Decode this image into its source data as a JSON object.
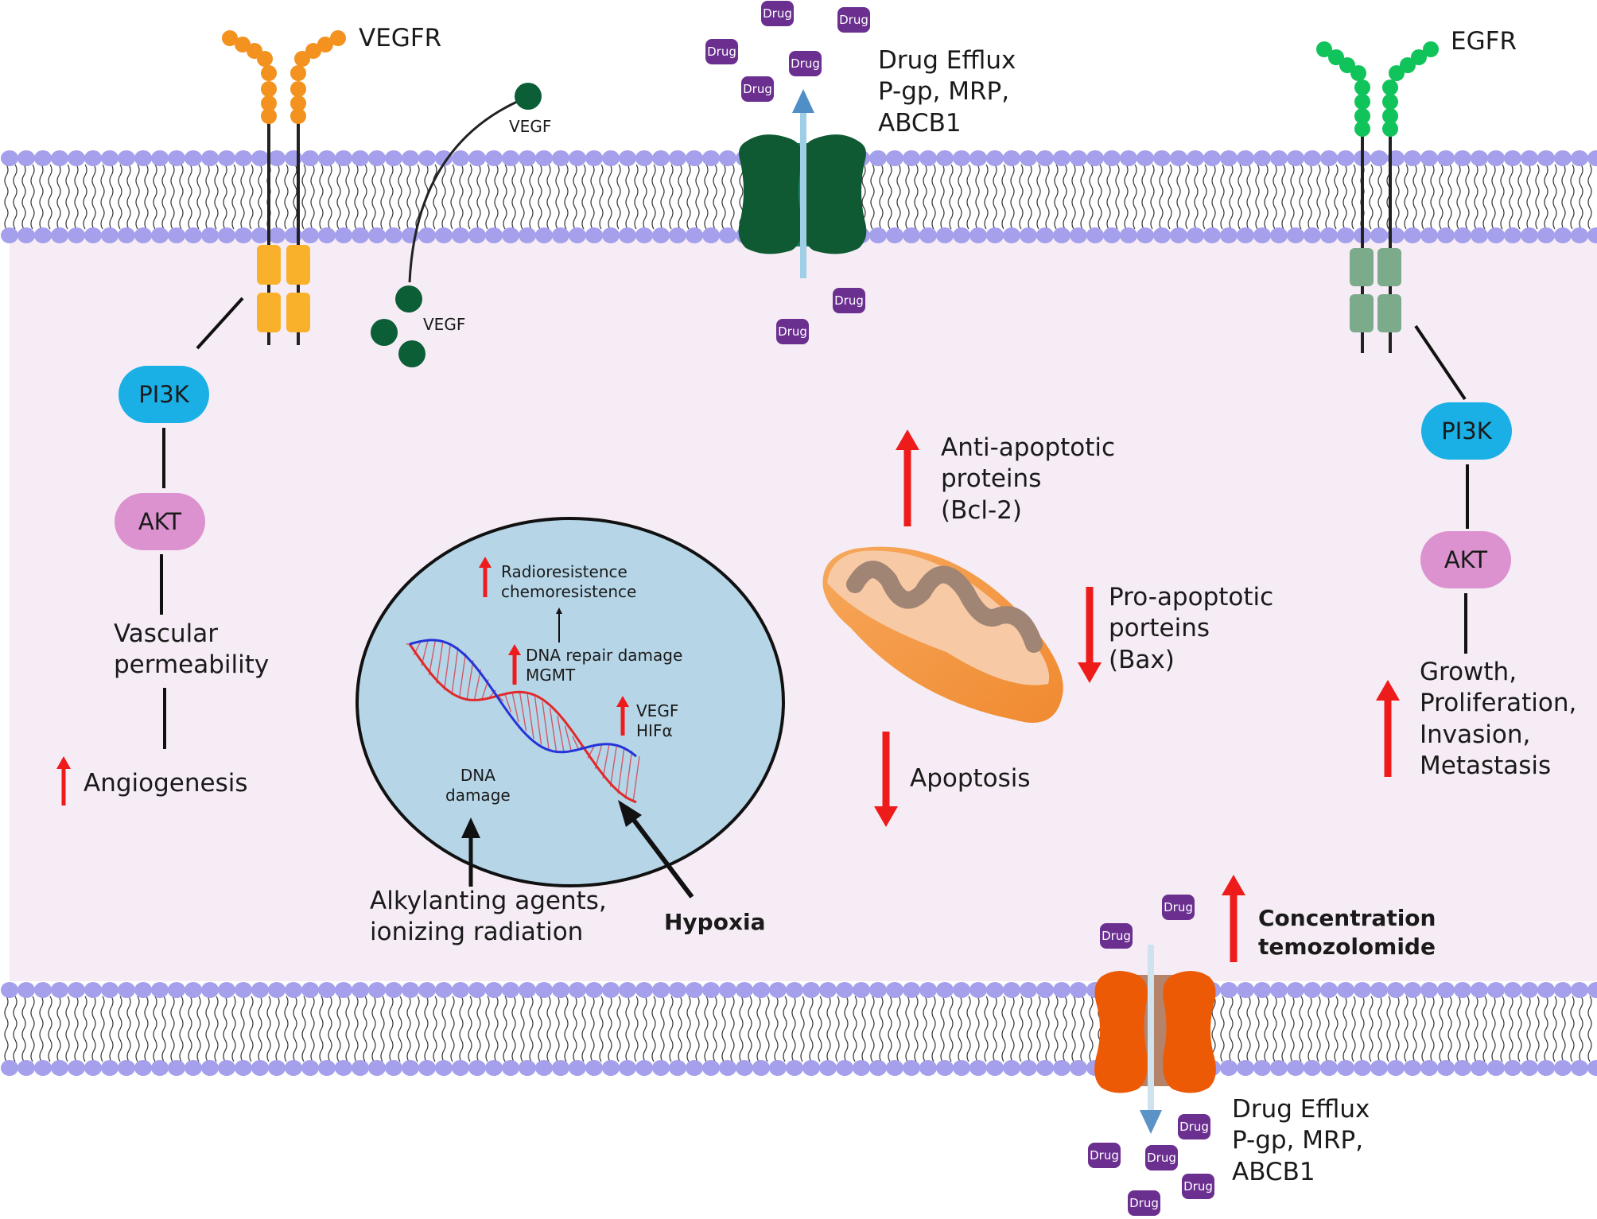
{
  "receptors": {
    "vegfr_label": "VEGFR",
    "egfr_label": "EGFR",
    "vegf_ligand_label": "VEGF",
    "vegf_internal_label": "VEGF"
  },
  "efflux_top": {
    "label_lines": [
      "Drug Efflux",
      "P-gp, MRP,",
      "ABCB1"
    ]
  },
  "efflux_bottom": {
    "label_lines": [
      "Drug Efflux",
      "P-gp, MRP,",
      "ABCB1"
    ]
  },
  "drug_label": "Drug",
  "left_pathway": {
    "pi3k": "PI3K",
    "akt": "AKT",
    "effect_lines": [
      "Vascular",
      "permeability"
    ],
    "outcome": "Angiogenesis"
  },
  "right_pathway": {
    "pi3k": "PI3K",
    "akt": "AKT",
    "outcome_lines": [
      "Growth,",
      "Proliferation,",
      "Invasion,",
      "Metastasis"
    ]
  },
  "nucleus": {
    "radio_lines": [
      "Radioresistence",
      "chemoresistence"
    ],
    "repair_lines": [
      "DNA repair damage",
      "MGMT"
    ],
    "vegf_lines": [
      "VEGF",
      "HIFα"
    ],
    "dna_damage_lines": [
      "DNA",
      "damage"
    ]
  },
  "mitochondria": {
    "anti_lines": [
      "Anti-apoptotic",
      "proteins",
      "(Bcl-2)"
    ],
    "pro_lines": [
      "Pro-apoptotic",
      "porteins",
      "(Bax)"
    ],
    "apoptosis": "Apoptosis"
  },
  "external": {
    "agents_lines": [
      "Alkylanting agents,",
      "ionizing radiation"
    ],
    "hypoxia": "Hypoxia"
  },
  "temozolomide": {
    "lines": [
      "Concentration",
      "temozolomide"
    ]
  },
  "colors": {
    "membrane_head": "#a4a0ec",
    "cytoplasm": "#f6ecf5",
    "vegfr": "#f3921f",
    "egfr_ligand": "#10c35a",
    "egfr_tm": "#7bab8a",
    "vegf": "#0b5e36",
    "efflux_top": "#0f5a32",
    "efflux_bottom": "#ec5a06",
    "pi3k": "#1ab0e6",
    "akt": "#dc92cf",
    "drug": "#6a2f8f",
    "nucleus": "#b6d6e8",
    "arrow_red": "#ee1b1b",
    "mito_outer": "#f59a45",
    "mito_inner": "#f8c9a5",
    "mito_crista": "#a08474"
  }
}
